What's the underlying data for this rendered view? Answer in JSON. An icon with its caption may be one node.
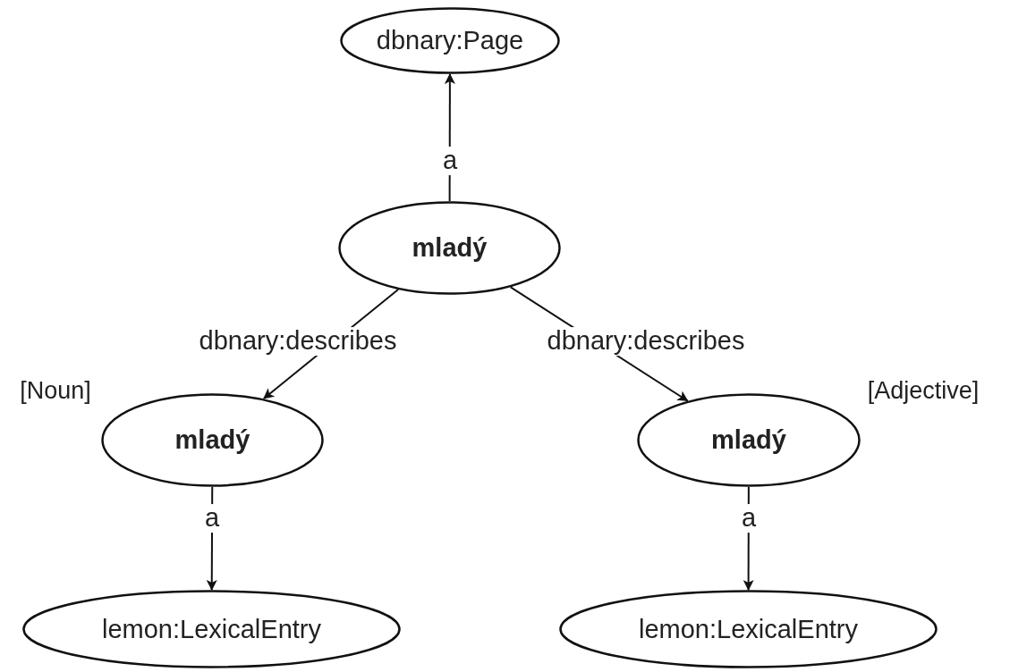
{
  "diagram": {
    "nodes": [
      {
        "text": [
          "dbnary:Page"
        ]
      },
      {
        "text": [
          "mladý"
        ]
      },
      {
        "text": [
          "mladý"
        ],
        "beside": [
          "[Noun]"
        ]
      },
      {
        "text": [
          "mladý"
        ],
        "beside": [
          "[Adjective]"
        ]
      },
      {
        "text": [
          "lemon:LexicalEntry"
        ]
      },
      {
        "text": [
          "lemon:LexicalEntry"
        ]
      }
    ],
    "edges": [
      {
        "from": 1,
        "to": 0,
        "arrow": "to",
        "label": "a"
      },
      {
        "from": 1,
        "to": 2,
        "arrow": "to",
        "label": "dbnary:describes"
      },
      {
        "from": 1,
        "to": 3,
        "arrow": "to",
        "label": "dbnary:describes"
      },
      {
        "from": 2,
        "to": 4,
        "arrow": "to",
        "label": "a"
      },
      {
        "from": 3,
        "to": 5,
        "arrow": "to",
        "label": "a"
      }
    ]
  }
}
